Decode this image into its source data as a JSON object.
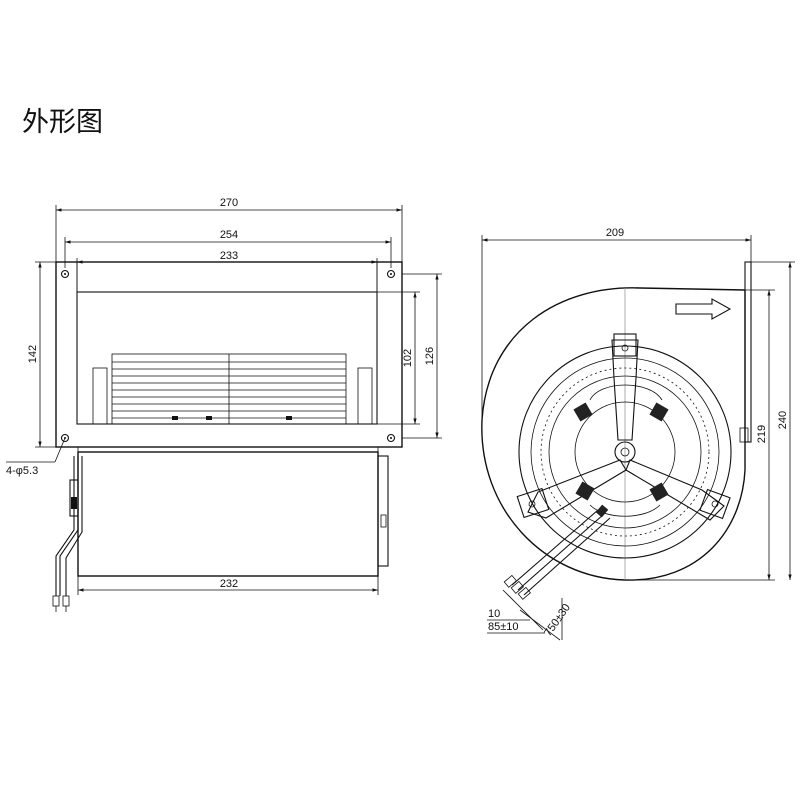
{
  "title": "外形图",
  "dimensions": {
    "overall_width": "270",
    "hole_spacing": "254",
    "opening_width": "233",
    "height_142": "142",
    "height_102": "102",
    "height_126": "126",
    "holes": "4-φ5.3",
    "motor_width": "232",
    "depth": "209",
    "height_219": "219",
    "height_240": "240",
    "strip": "10",
    "lead_strip": "85±10",
    "lead_length": "750±30"
  }
}
